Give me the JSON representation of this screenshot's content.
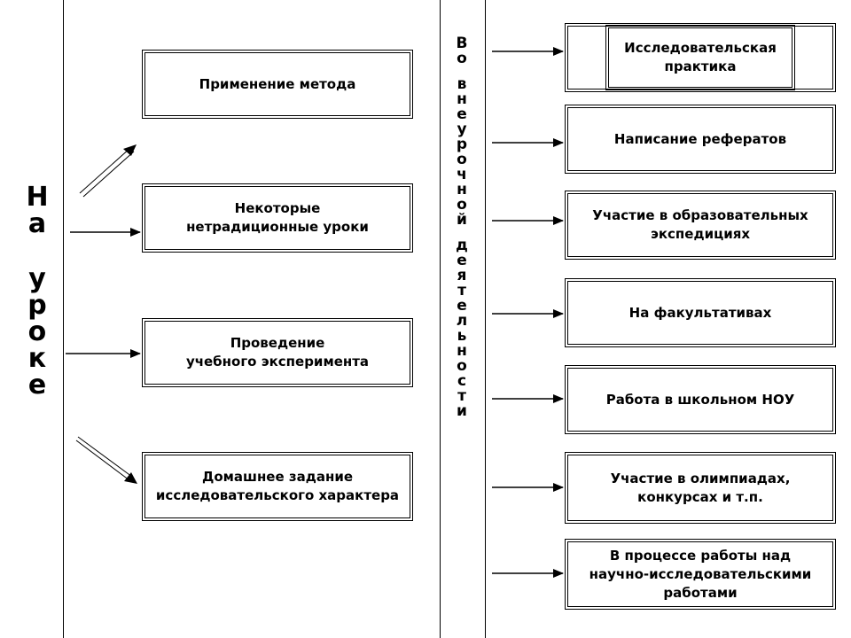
{
  "left_label": "На уроке",
  "middle_label": "Во внеурочной деятельности",
  "left_items": [
    "Применение метода",
    "Некоторые\nнетрадиционные уроки",
    "Проведение\nучебного эксперимента",
    "Домашнее задание\nисследовательского характера"
  ],
  "right_items": [
    "Исследовательская\nпрактика",
    "Написание рефератов",
    "Участие в образовательных\nэкспедициях",
    "На факультативах",
    "Работа в школьном НОУ",
    "Участие в олимпиадах,\nконкурсах и т.п.",
    "В процессе работы над\nнаучно-исследовательскими\nработами"
  ]
}
